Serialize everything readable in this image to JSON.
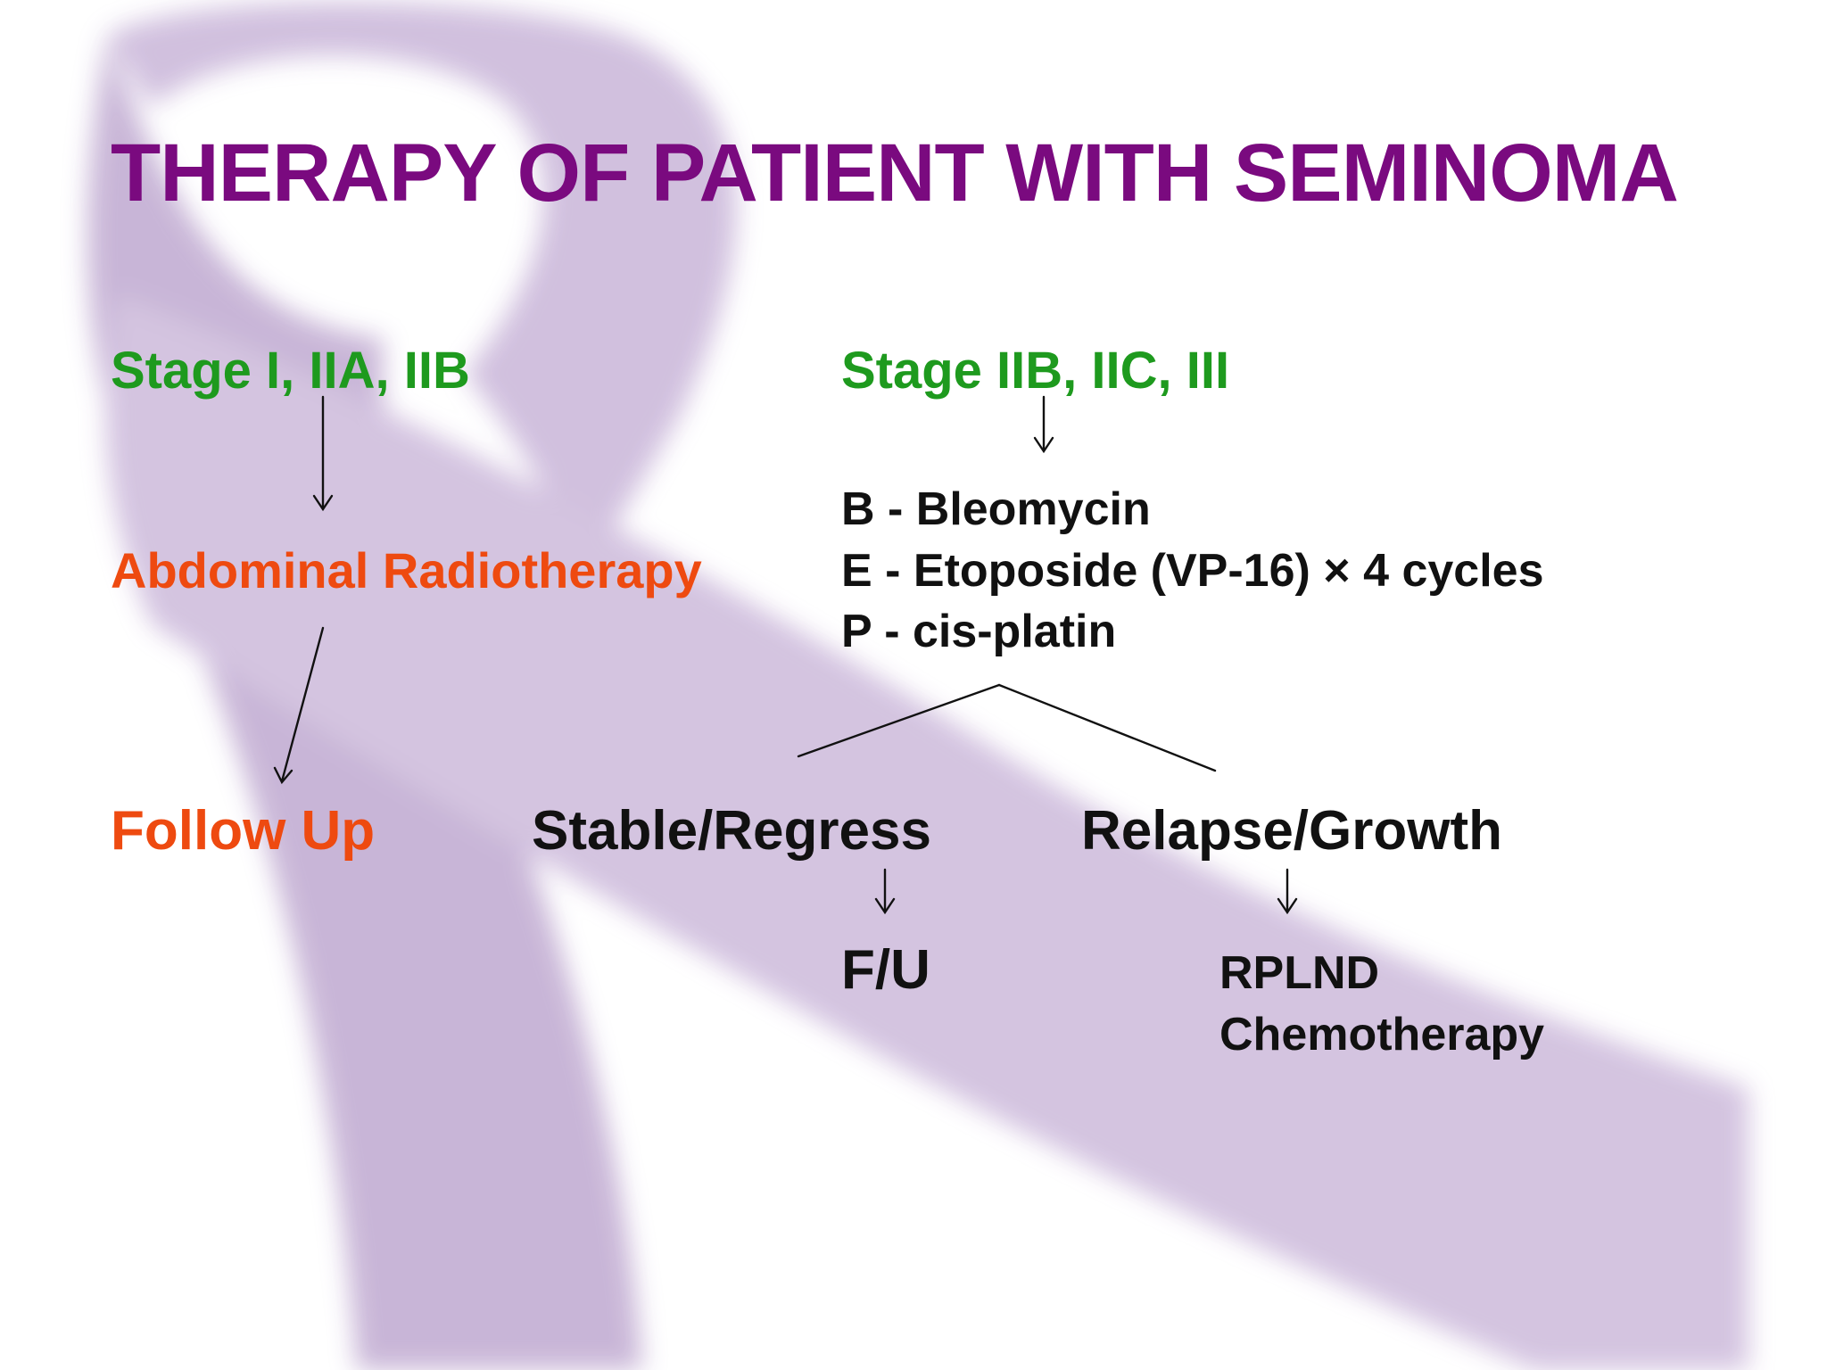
{
  "slide": {
    "title": "THERAPY OF PATIENT WITH SEMINOMA",
    "left_branch": {
      "stage": "Stage I, IIA, IIB",
      "treatment": "Abdominal Radiotherapy",
      "outcome": "Follow Up"
    },
    "right_branch": {
      "stage": "Stage IIB, IIC, III",
      "regimen": [
        "B - Bleomycin",
        "E - Etoposide (VP-16) × 4 cycles",
        "P - cis-platin"
      ],
      "outcomes": {
        "stable": "Stable/Regress",
        "stable_next": "F/U",
        "relapse": "Relapse/Growth",
        "relapse_next": [
          "RPLND",
          "Chemotherapy"
        ]
      }
    }
  },
  "colors": {
    "title": "#7a0a7f",
    "stage": "#1e9a1e",
    "treatment": "#ee4a10",
    "text": "#111111",
    "ribbon": "#c9b6d6"
  }
}
